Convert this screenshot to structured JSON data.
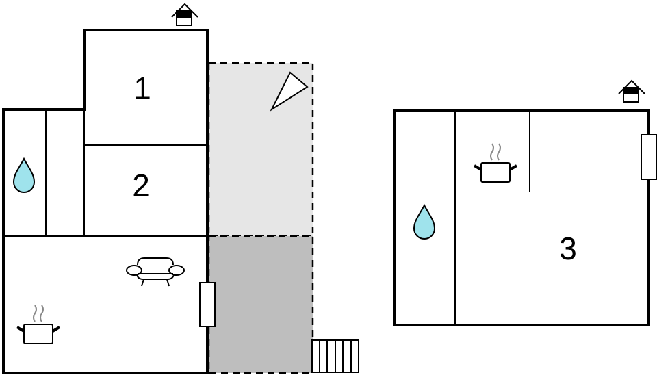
{
  "rooms": {
    "r1": "1",
    "r2": "2",
    "r3": "3"
  },
  "icons": [
    "entrance-icon",
    "water-drop-icon",
    "sofa-icon",
    "cooking-pot-icon",
    "window-icon",
    "stairs-icon",
    "terrace-area",
    "compass-icon"
  ],
  "colors": {
    "terrace_light": "#e6e6e6",
    "terrace_dark": "#bebebe",
    "water": "#9fe3ec",
    "wall": "#000000"
  }
}
